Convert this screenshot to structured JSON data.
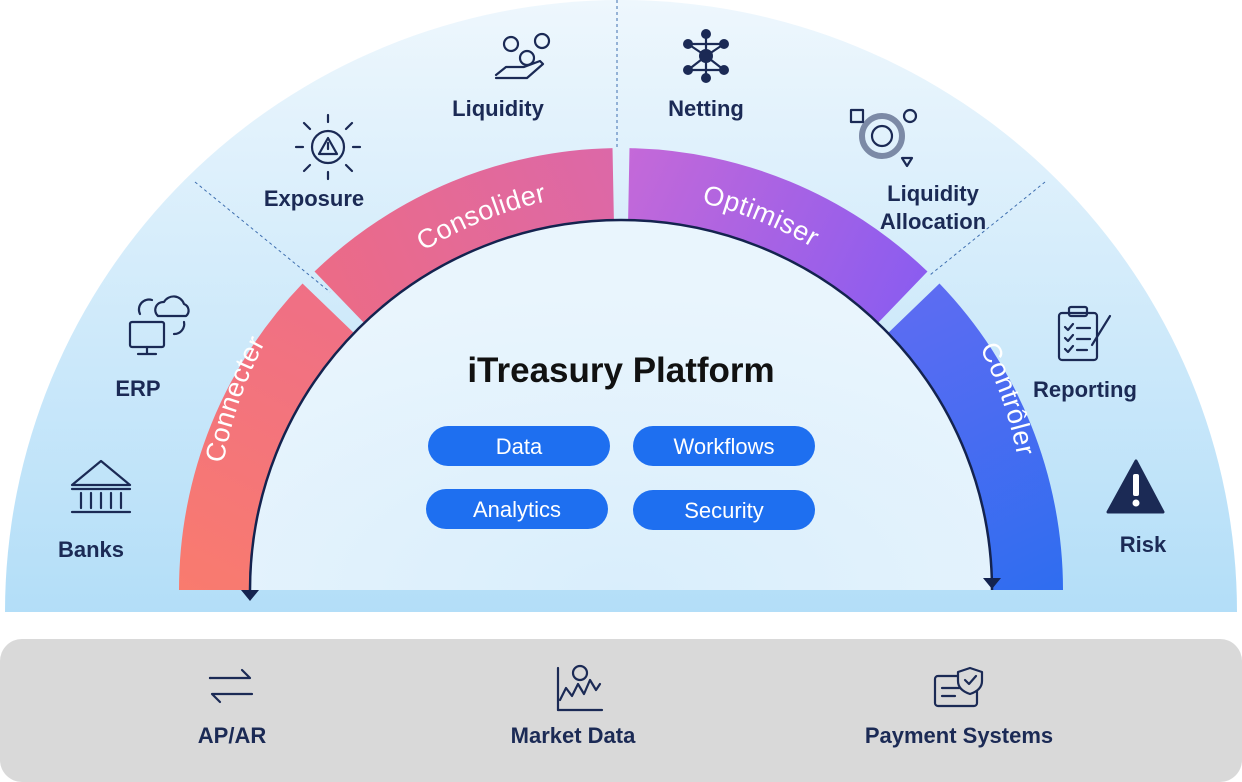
{
  "title": "iTreasury Platform",
  "stages": [
    {
      "label": "Connecter",
      "color_start": "#f97b6e",
      "color_end": "#ef6f86"
    },
    {
      "label": "Consolider",
      "color_start": "#ec6b86",
      "color_end": "#dc68a8"
    },
    {
      "label": "Optimiser",
      "color_start": "#c569d8",
      "color_end": "#8a5cf0"
    },
    {
      "label": "Contrôler",
      "color_start": "#5d6cf2",
      "color_end": "#2f6df0"
    }
  ],
  "capabilities": [
    {
      "label": "Banks",
      "icon": "bank-icon"
    },
    {
      "label": "ERP",
      "icon": "computer-cloud-icon"
    },
    {
      "label": "Exposure",
      "icon": "warning-arrows-icon"
    },
    {
      "label": "Liquidity",
      "icon": "hand-money-icon"
    },
    {
      "label": "Netting",
      "icon": "network-icon"
    },
    {
      "label": "Liquidity",
      "label2": "Allocation",
      "icon": "allocation-icon"
    },
    {
      "label": "Reporting",
      "icon": "clipboard-icon"
    },
    {
      "label": "Risk",
      "icon": "risk-triangle-icon"
    }
  ],
  "pills": [
    "Data",
    "Workflows",
    "Analytics",
    "Security"
  ],
  "bottom_items": [
    {
      "label": "AP/AR",
      "icon": "exchange-arrows-icon"
    },
    {
      "label": "Market Data",
      "icon": "market-chart-icon"
    },
    {
      "label": "Payment Systems",
      "icon": "payment-card-icon"
    }
  ],
  "colors": {
    "accent_pill": "#1e6ff0",
    "text_dark": "#1b2a55",
    "bottom_bar": "#d9d9d9"
  }
}
